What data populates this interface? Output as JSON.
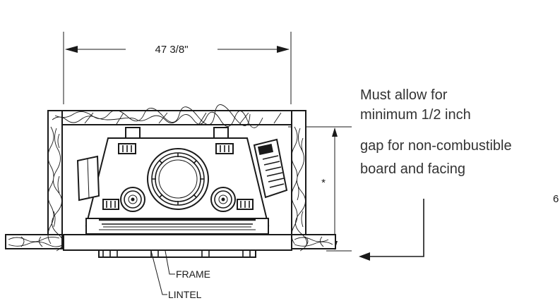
{
  "dimensions": {
    "width_label": "47 3/8\"",
    "height_label": "*",
    "side_partial_label": "6"
  },
  "note": {
    "lines": [
      "Must allow for",
      "minimum 1/2 inch",
      "gap for non-combustible",
      "board and facing"
    ]
  },
  "callouts": {
    "frame": "FRAME",
    "lintel": "LINTEL"
  },
  "colors": {
    "line": "#1a1a1a",
    "note_text": "#333333",
    "background": "#ffffff"
  }
}
